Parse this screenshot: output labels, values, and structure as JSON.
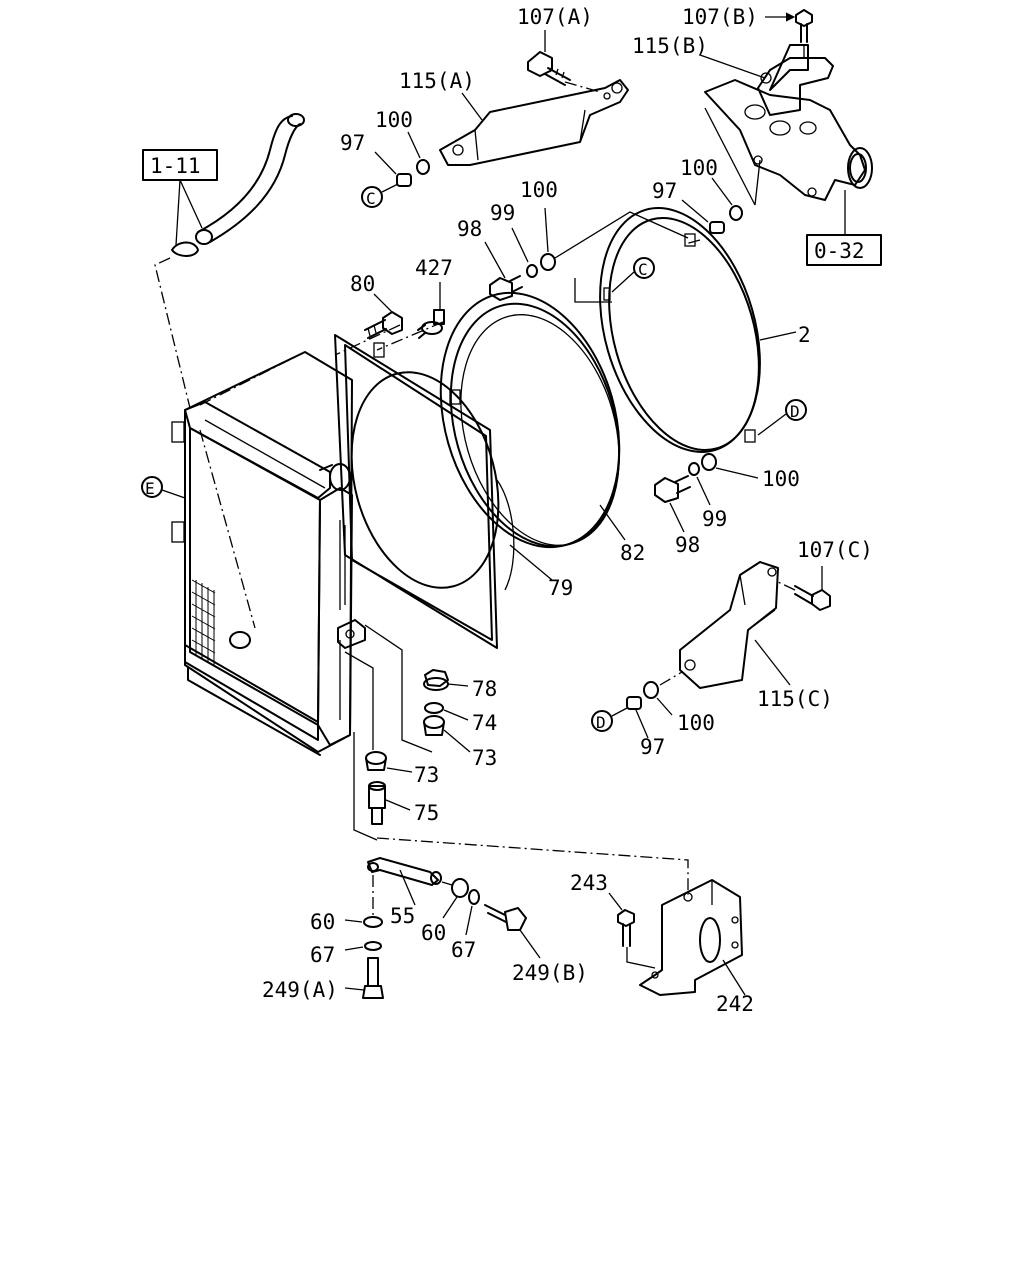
{
  "diagram": {
    "references": {
      "ref_1_11": "1-11",
      "ref_0_32": "0-32"
    },
    "circle_markers": {
      "c1": "C",
      "c2": "C",
      "d1": "D",
      "d2": "D",
      "e1": "E"
    },
    "labels": {
      "l107a": "107(A)",
      "l107b": "107(B)",
      "l115b": "115(B)",
      "l115a": "115(A)",
      "l100_1": "100",
      "l97_1": "97",
      "l100_2": "100",
      "l97_2": "97",
      "l100_3": "100",
      "l99_1": "99",
      "l98_1": "98",
      "l80": "80",
      "l427": "427",
      "l2": "2",
      "l100_4": "100",
      "l99_2": "99",
      "l98_2": "98",
      "l82": "82",
      "l79": "79",
      "l107c": "107(C)",
      "l115c": "115(C)",
      "l100_5": "100",
      "l97_3": "97",
      "l78": "78",
      "l74": "74",
      "l73_1": "73",
      "l73_2": "73",
      "l75": "75",
      "l243": "243",
      "l55": "55",
      "l60_1": "60",
      "l60_2": "60",
      "l67_1": "67",
      "l67_2": "67",
      "l249b": "249(B)",
      "l249a": "249(A)",
      "l242": "242"
    }
  }
}
